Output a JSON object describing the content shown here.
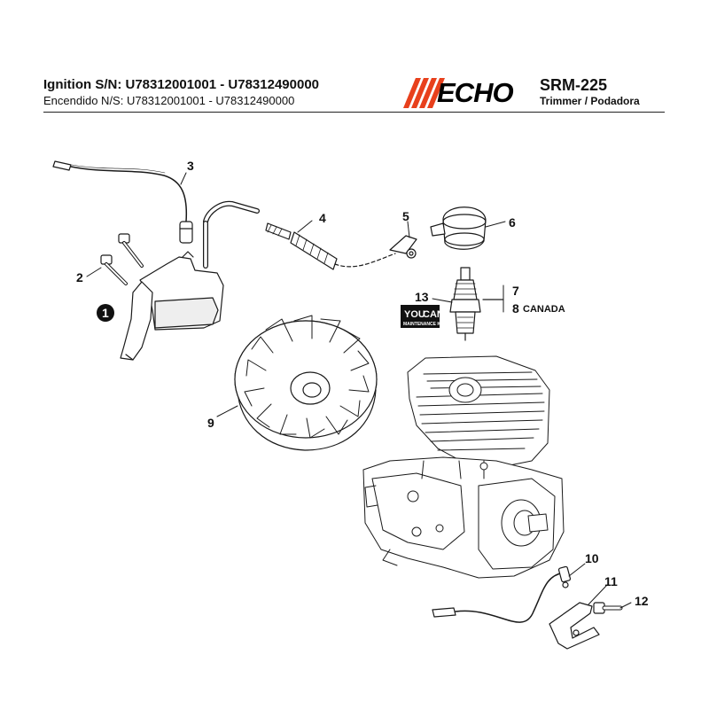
{
  "header": {
    "title": "Ignition S/N: U78312001001 - U78312490000",
    "subtitle": "Encendido N/S:  U78312001001 - U78312490000",
    "brand": "ECHO",
    "model": "SRM-225",
    "model_description": "Trimmer / Podadora",
    "brand_color": "#e8401c"
  },
  "callouts": {
    "c1": "1",
    "c2": "2",
    "c3": "3",
    "c4": "4",
    "c5": "5",
    "c6": "6",
    "c7": "7",
    "c8": "8",
    "c8_note": "CANADA",
    "c9": "9",
    "c10": "10",
    "c11": "11",
    "c12": "12",
    "c13": "13"
  },
  "kit_badge": {
    "line1": "YOU",
    "line2": "CAN",
    "line3": "MAINTENANCE KIT"
  },
  "colors": {
    "line": "#1a1a1a",
    "part_fill": "#ffffff",
    "shade": "#d9d9d9"
  }
}
